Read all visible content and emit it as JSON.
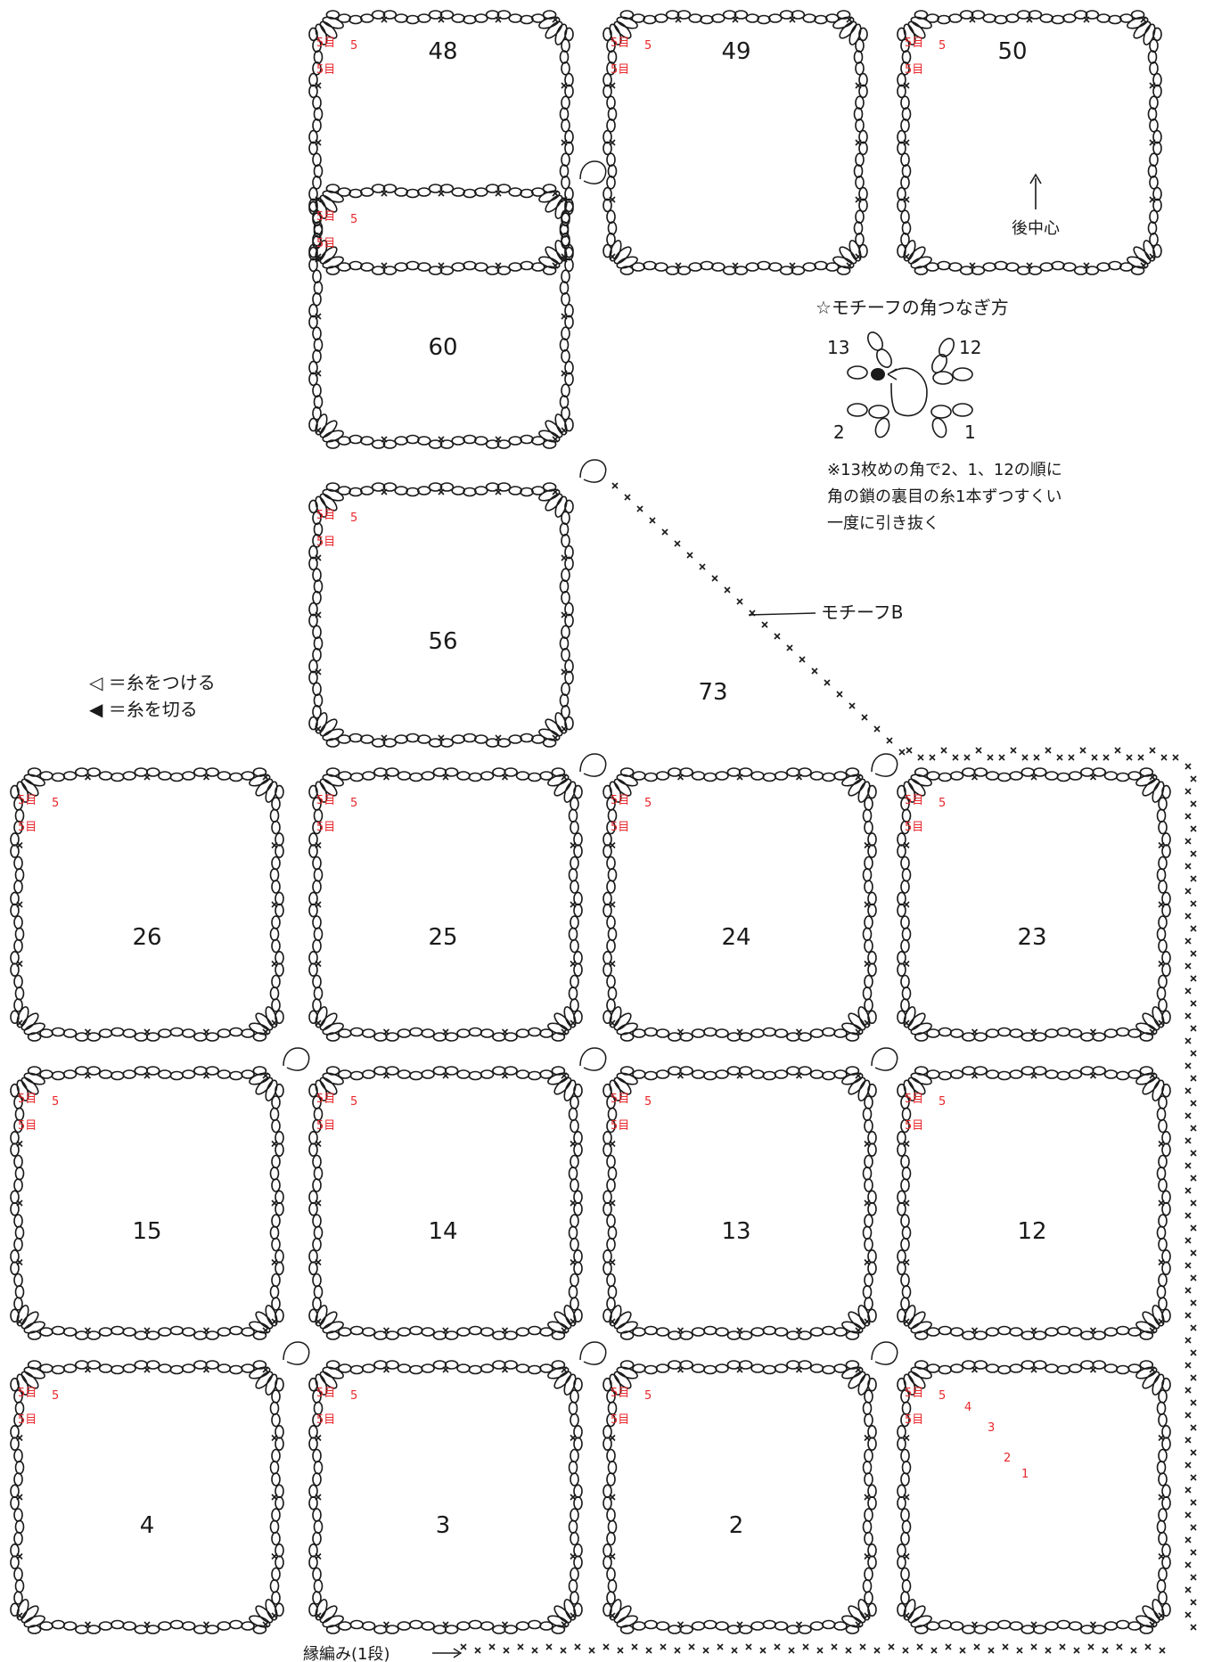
{
  "motifs": [
    "48",
    "49",
    "50",
    "60",
    "56",
    "73",
    "26",
    "25",
    "24",
    "23",
    "15",
    "14",
    "13",
    "12",
    "4",
    "3",
    "2"
  ],
  "stitch_count_label": "5目",
  "stitch_count_short": "5",
  "back_center_label": "後中心",
  "corner_join": {
    "title": "☆モチーフの角つなぎ方",
    "numbers": [
      "13",
      "12",
      "2",
      "1"
    ],
    "note_lines": [
      "※13枚めの角で2、1、12の順に",
      "角の鎖の裏目の糸1本ずつすくい",
      "一度に引き抜く"
    ]
  },
  "motif_b_label": "モチーフB",
  "legend": {
    "attach": "◁ ＝糸をつける",
    "cut": "◀ ＝糸を切る"
  },
  "edging_label": "縁編み(1段)",
  "round_numbers": [
    "1",
    "2",
    "3",
    "4"
  ]
}
